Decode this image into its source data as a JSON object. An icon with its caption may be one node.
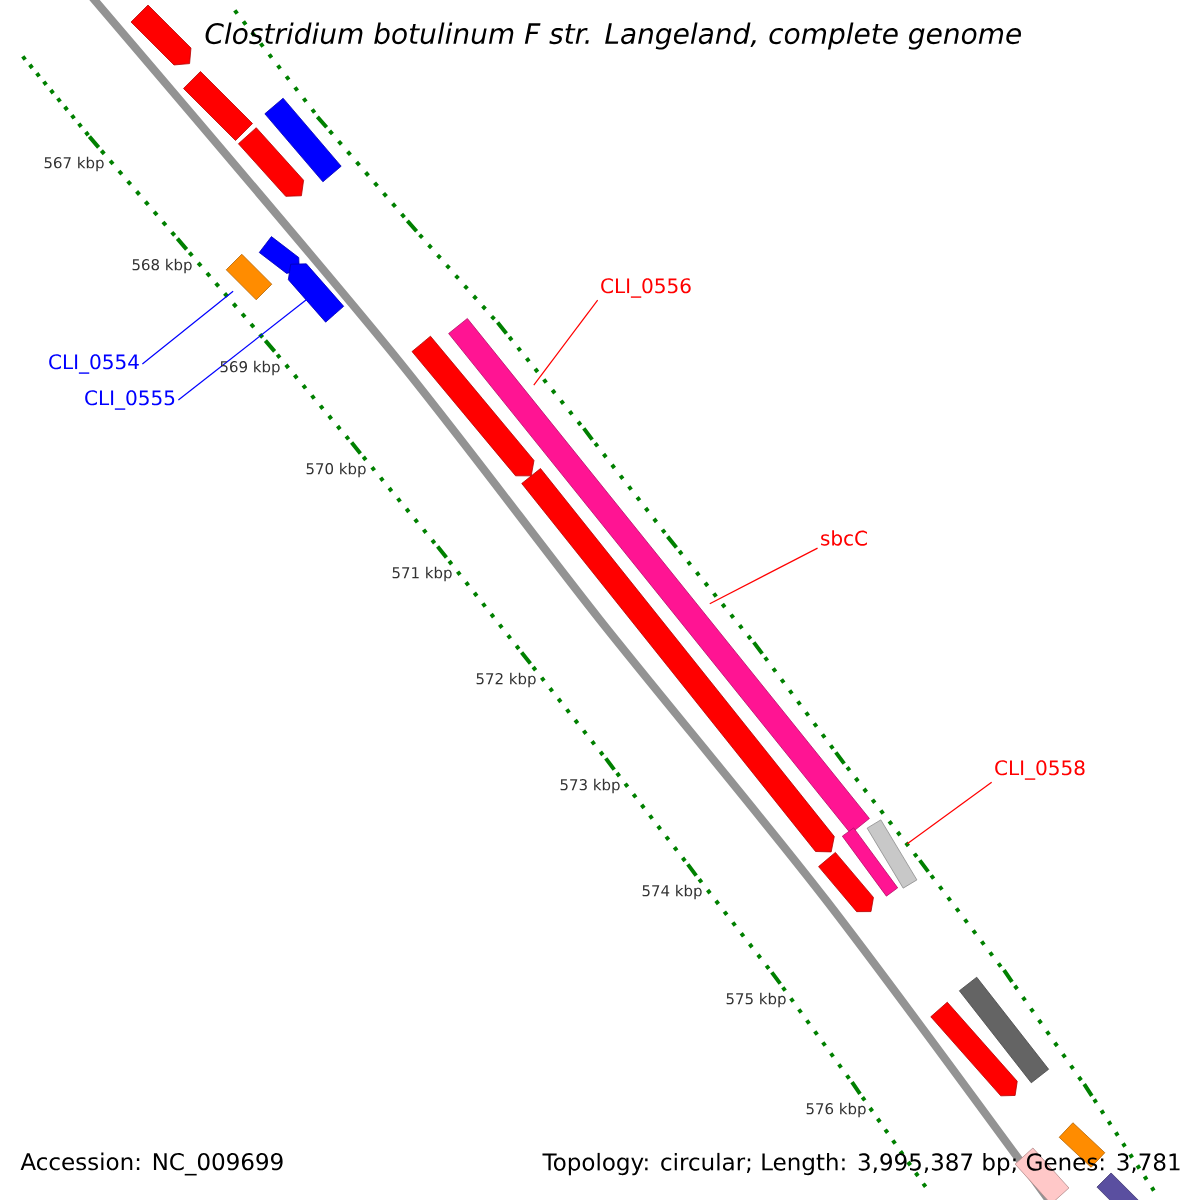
{
  "diagram": {
    "title": "Clostridium botulinum F str. Langeland, complete genome",
    "nodes": [
      {
        "text": [
          "CLI_0554"
        ]
      },
      {
        "text": [
          "CLI_0555"
        ]
      },
      {
        "text": [
          "CLI_0556"
        ]
      },
      {
        "text": [
          "sbcC"
        ]
      },
      {
        "text": [
          "CLI_0558"
        ]
      },
      {
        "text": [],
        "shape": "pentagon"
      },
      {
        "text": [],
        "shape": "bar"
      },
      {
        "text": [],
        "shape": "bar"
      },
      {
        "text": [],
        "shape": "pentagon"
      },
      {
        "text": [],
        "shape": "pentagon"
      },
      {
        "text": [],
        "shape": "bar"
      },
      {
        "text": [],
        "shape": "pentagon"
      },
      {
        "text": [],
        "shape": "bar"
      },
      {
        "text": [],
        "shape": "pentagon"
      },
      {
        "text": [],
        "shape": "pentagon"
      },
      {
        "text": [],
        "shape": "bar"
      },
      {
        "text": [],
        "shape": "bar"
      },
      {
        "text": [],
        "shape": "pentagon"
      },
      {
        "text": [],
        "shape": "bar"
      },
      {
        "text": [],
        "shape": "pentagon"
      },
      {
        "text": [],
        "shape": "bar"
      },
      {
        "text": [],
        "shape": "bar"
      },
      {
        "text": [],
        "shape": "bar"
      }
    ],
    "edges": [
      {
        "from": 0,
        "to": 10,
        "arrow": "none",
        "color": "#0000ff"
      },
      {
        "from": 1,
        "to": 11,
        "arrow": "none",
        "color": "#0000ff"
      },
      {
        "from": 2,
        "to": 12,
        "arrow": "none"
      },
      {
        "from": 3,
        "to": 12,
        "arrow": "none"
      },
      {
        "from": 4,
        "to": 15,
        "arrow": "none"
      }
    ],
    "labels": [
      "567 kbp",
      "568 kbp",
      "569 kbp",
      "570 kbp",
      "571 kbp",
      "572 kbp",
      "573 kbp",
      "574 kbp",
      "575 kbp",
      "576 kbp",
      "Accession: NC_009699",
      "Topology: circular; Length: 3,995,387 bp; Genes: 3,781"
    ]
  }
}
